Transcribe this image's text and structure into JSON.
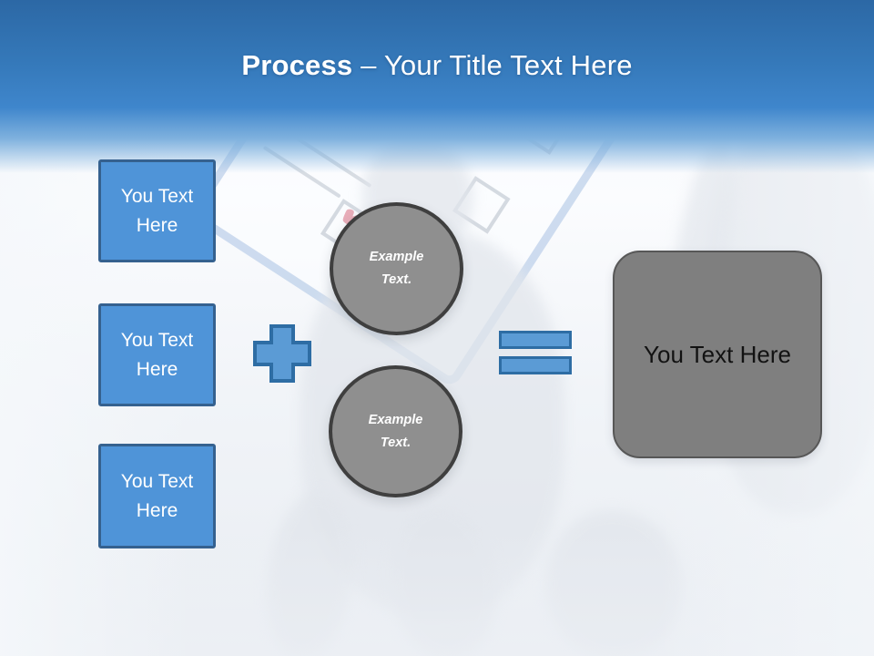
{
  "slide": {
    "header": {
      "title_bold": "Process ",
      "title_rest": "– Your Title Text Here"
    },
    "inputs": [
      {
        "label": "You Text Here"
      },
      {
        "label": "You Text Here"
      },
      {
        "label": "You Text Here"
      }
    ],
    "examples": [
      {
        "label": "Example Text."
      },
      {
        "label": "Example Text."
      }
    ],
    "result": {
      "label": "You Text Here"
    },
    "illustration": {
      "checkmark_glyph": "✓"
    },
    "colors": {
      "header_top": "#2C68A5",
      "header_mid": "#3F86CC",
      "input_fill": "#4F94D8",
      "input_border": "#35618F",
      "operator_fill": "#5B9BD5",
      "operator_border": "#2E6DA4",
      "circle_fill": "#8F8F8F",
      "circle_border": "#3F3F3F",
      "result_fill": "#7F7F7F",
      "result_border": "#575757",
      "title_text": "#FFFFFF",
      "check_red": "#D86C80"
    }
  }
}
